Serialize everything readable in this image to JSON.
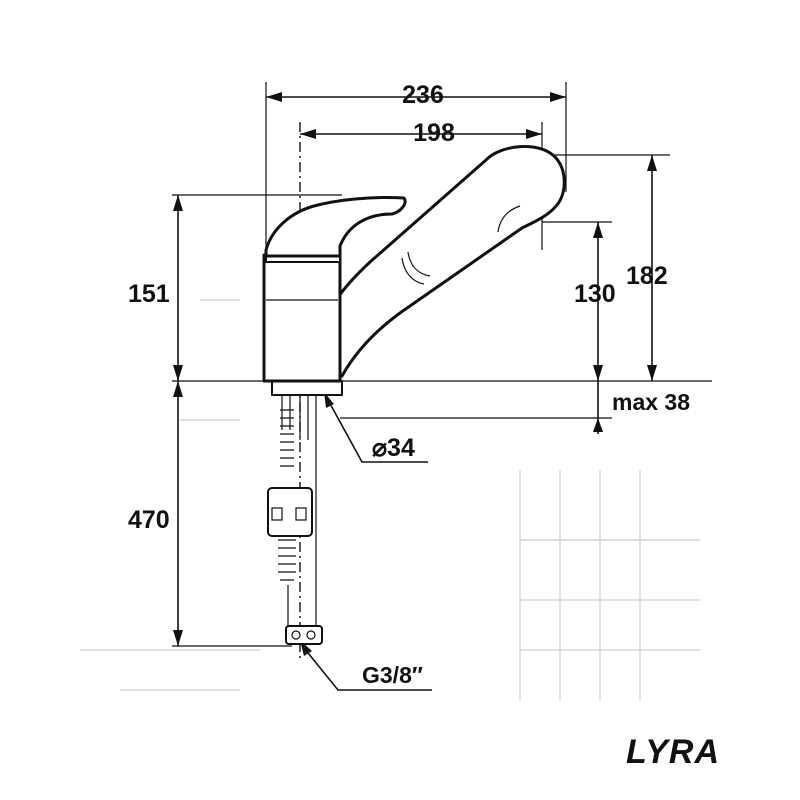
{
  "drawing": {
    "dimensions": {
      "overall_reach": "236",
      "spout_reach": "198",
      "body_height": "151",
      "spout_height": "130",
      "overall_height": "182",
      "max_deck_thickness": "max 38",
      "hole_diameter": "⌀34",
      "hose_length": "470",
      "connection_thread": "G3/8″"
    },
    "model_name": "LYRA"
  }
}
